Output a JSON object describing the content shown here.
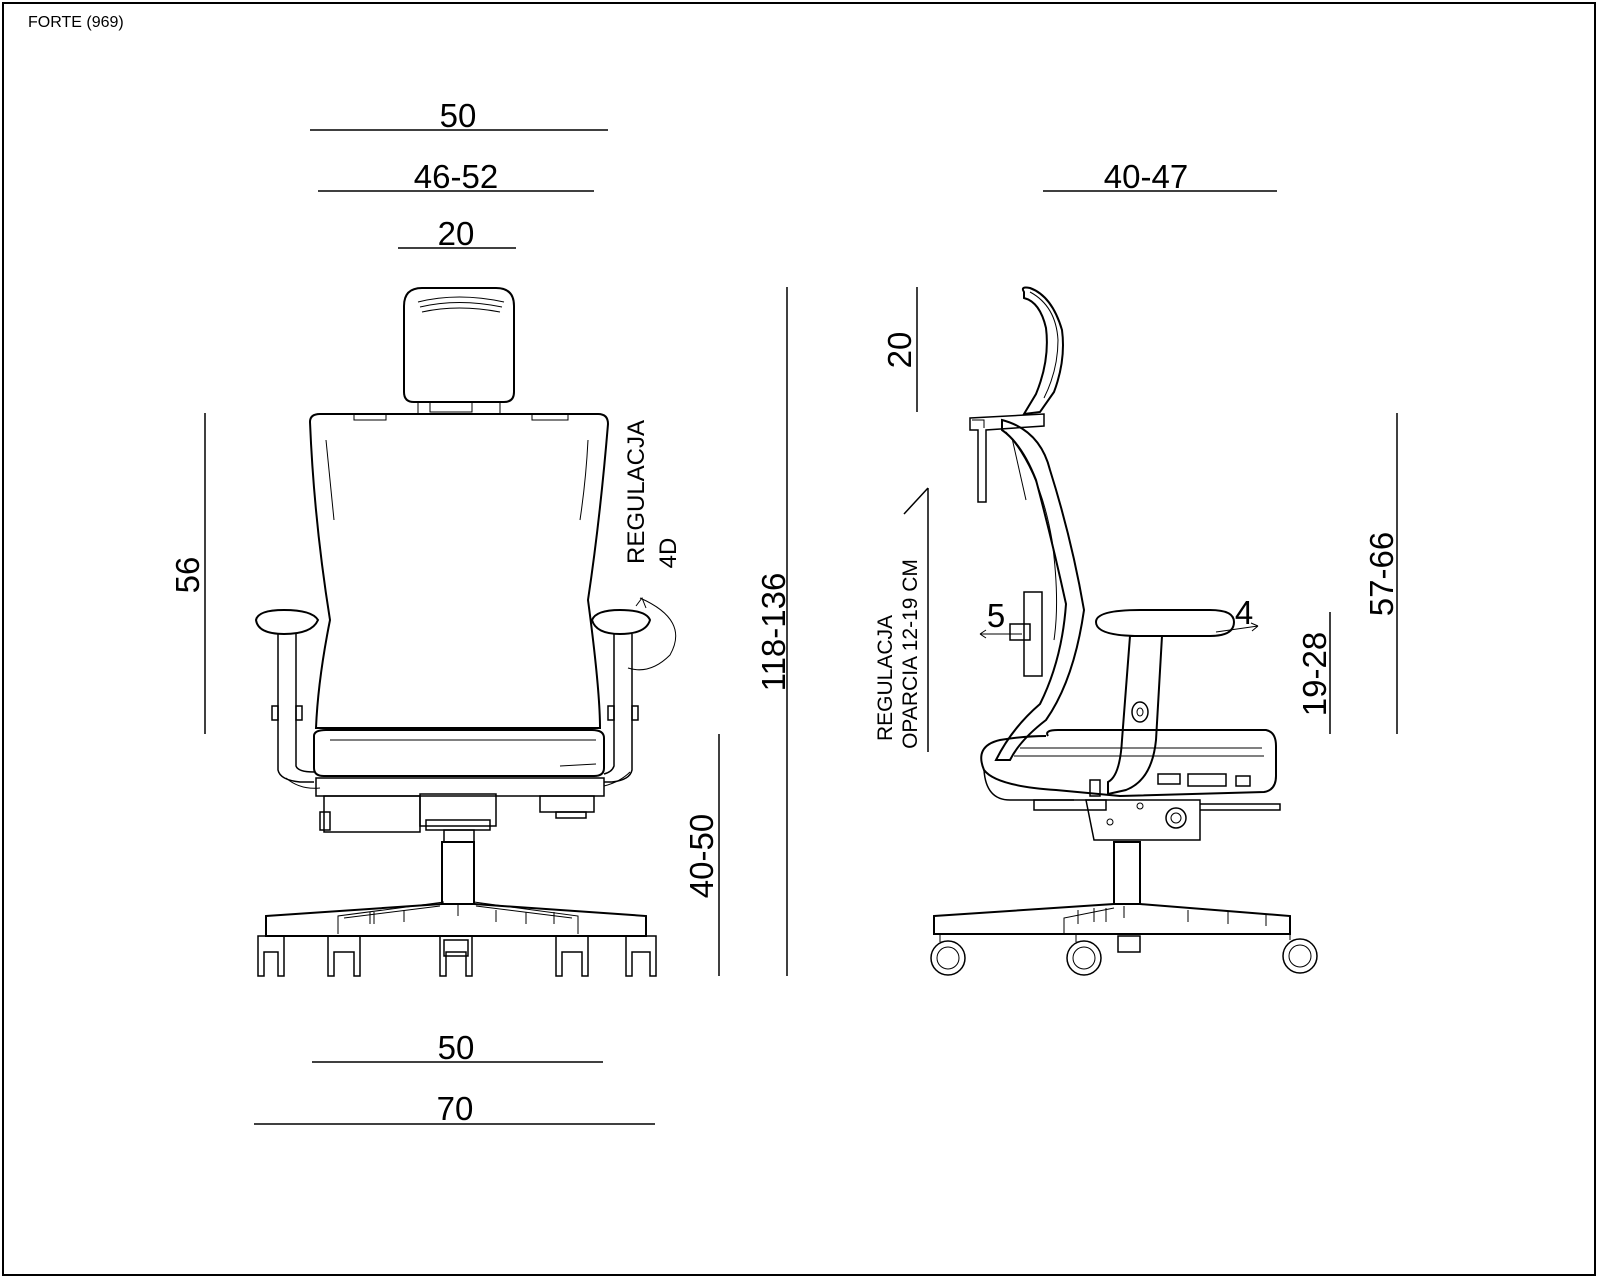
{
  "title": "FORTE (969)",
  "front_view": {
    "dims": {
      "overall_width_top": "50",
      "backrest_width": "46-52",
      "headrest_width": "20",
      "backrest_height": "56",
      "total_height": "118-136",
      "seat_height": "40-50",
      "seat_width": "50",
      "base_width": "70"
    },
    "armrest_label_line1": "REGULACJA",
    "armrest_label_line2": "4D"
  },
  "side_view": {
    "dims": {
      "seat_depth": "40-47",
      "headrest_height": "20",
      "backrest_height": "57-66",
      "armrest_height": "19-28",
      "armrest_back": "5",
      "armrest_front": "4"
    },
    "backrest_label_line1": "REGULACJA",
    "backrest_label_line2": "OPARCIA 12-19 CM"
  }
}
